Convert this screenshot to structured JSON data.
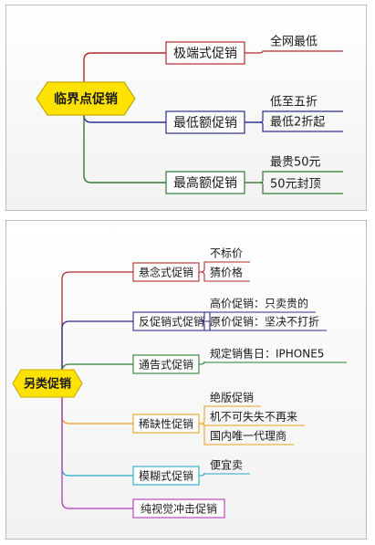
{
  "diagram1": {
    "root": "临界点促销",
    "branches": [
      {
        "label": "极端式促销",
        "color": "#b22b2b",
        "leaves": [
          "全网最低"
        ]
      },
      {
        "label": "最低额促销",
        "color": "#2a2e8f",
        "leaves": [
          "低至五折",
          "最低2折起"
        ]
      },
      {
        "label": "最高额促销",
        "color": "#2e7d32",
        "leaves": [
          "最贵50元",
          "50元封顶"
        ]
      }
    ]
  },
  "diagram2": {
    "root": "另类促销",
    "branches": [
      {
        "label": "悬念式促销",
        "color": "#b22b2b",
        "leaves": [
          "不标价",
          "猜价格"
        ]
      },
      {
        "label": "反促销式促销",
        "color": "#2a2e8f",
        "leaves": [
          "高价促销：只卖贵的",
          "原价促销：坚决不打折"
        ]
      },
      {
        "label": "通告式促销",
        "color": "#2e7d32",
        "leaves": [
          "规定销售日：IPHONE5"
        ]
      },
      {
        "label": "稀缺性促销",
        "color": "#e8a21c",
        "leaves": [
          "绝版促销",
          "机不可失失不再来",
          "国内唯一代理商"
        ]
      },
      {
        "label": "模糊式促销",
        "color": "#25a8c4",
        "leaves": [
          "便宜卖"
        ]
      },
      {
        "label": "纯视觉冲击促销",
        "color": "#b23ab8",
        "leaves": []
      }
    ]
  }
}
